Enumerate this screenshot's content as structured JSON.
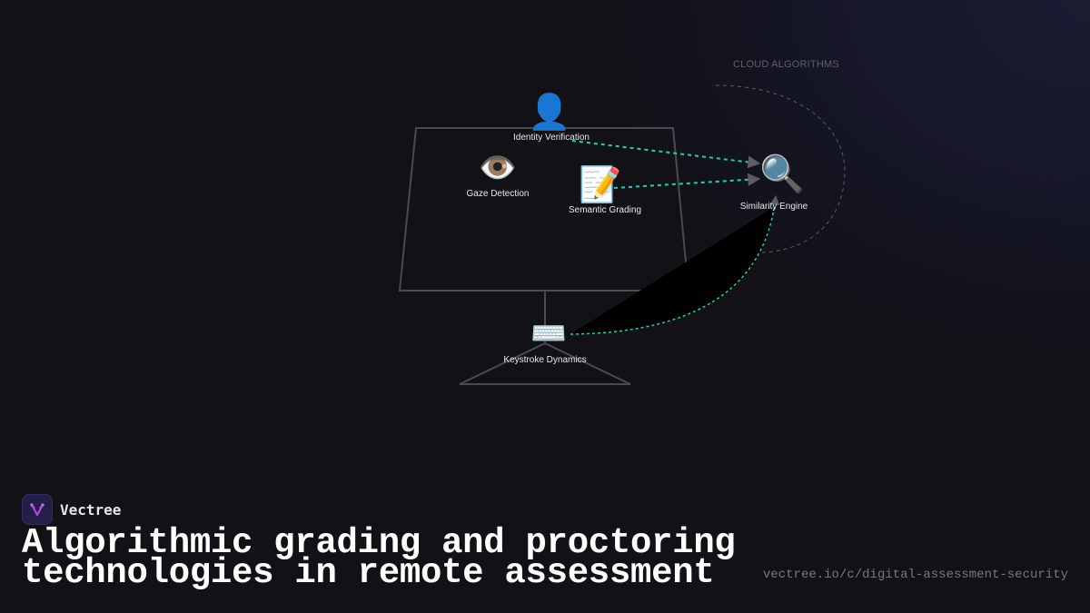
{
  "diagram": {
    "cloud_label": "CLOUD ALGORITHMS",
    "nodes": {
      "identity": {
        "label": "Identity Verification",
        "icon": "👤",
        "icon_name": "person-silhouette-icon"
      },
      "gaze": {
        "label": "Gaze Detection",
        "icon": "👁️",
        "icon_name": "eye-icon"
      },
      "semantic": {
        "label": "Semantic Grading",
        "icon": "📝",
        "icon_name": "memo-pencil-icon"
      },
      "similarity": {
        "label": "Similarity Engine",
        "icon": "🔍",
        "icon_name": "magnifying-glass-icon"
      },
      "keystroke": {
        "label": "Keystroke Dynamics",
        "icon": "⌨️",
        "icon_name": "keyboard-icon"
      }
    },
    "edges": [
      {
        "from": "Identity Verification",
        "to": "Similarity Engine",
        "style": "dashed"
      },
      {
        "from": "Semantic Grading",
        "to": "Similarity Engine",
        "style": "dashed"
      },
      {
        "from": "Keystroke Dynamics",
        "to": "Similarity Engine",
        "style": "dashed-curve"
      }
    ],
    "colors": {
      "edge": "#19d3b4",
      "monitor_outline": "#4a4a50",
      "cloud_outline": "#5a5b66",
      "arrowhead": "#5c5c62"
    }
  },
  "brand": {
    "name": "Vectree",
    "logo_color": "#b14fe0"
  },
  "headline": {
    "line1": "Algorithmic grading and proctoring",
    "line2": "technologies in remote assessment"
  },
  "url": "vectree.io/c/digital-assessment-security"
}
